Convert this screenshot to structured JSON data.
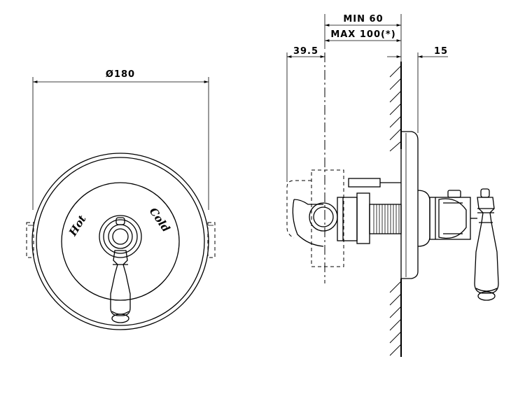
{
  "dimensions": {
    "diameter": "Ø180",
    "min_depth": "MIN 60",
    "max_depth": "MAX 100(*)",
    "offset": "39.5",
    "plate": "15"
  },
  "handle_labels": {
    "hot": "Hot",
    "cold": "Cold"
  }
}
